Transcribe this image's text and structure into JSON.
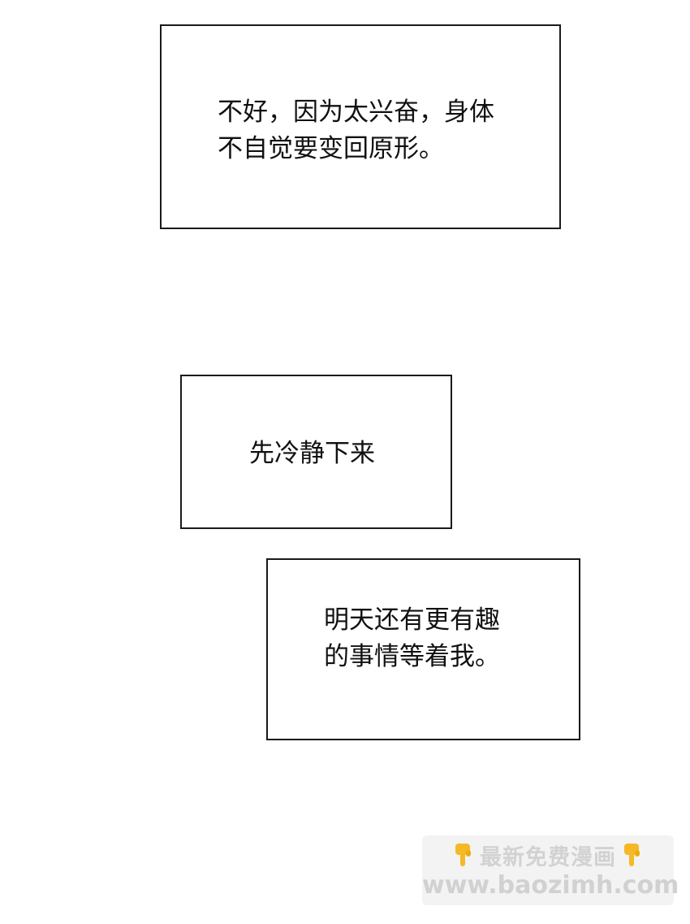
{
  "captions": [
    {
      "lines": [
        "不好，因为太兴奋，身体",
        "不自觉要变回原形。"
      ]
    },
    {
      "lines": [
        "先冷静下来"
      ]
    },
    {
      "lines": [
        "明天还有更有趣",
        "的事情等着我。"
      ]
    }
  ],
  "watermark": {
    "title": "最新免费漫画",
    "url": "www.baozimh.com",
    "icon": "pointing-down-hand-icon",
    "icon_color": "#f5b51c"
  }
}
